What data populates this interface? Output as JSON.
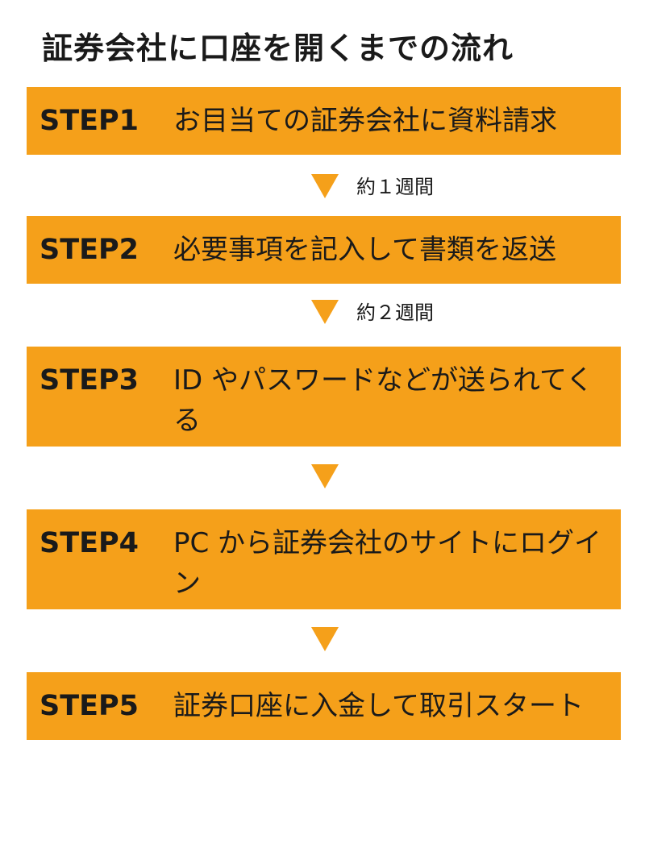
{
  "title": "証券会社に口座を開くまでの流れ",
  "steps": [
    {
      "label": "STEP1",
      "text": "お目当ての証券会社に資料請求"
    },
    {
      "label": "STEP2",
      "text": "必要事項を記入して書類を返送"
    },
    {
      "label": "STEP3",
      "text": "ID やパスワードなどが送られてくる"
    },
    {
      "label": "STEP4",
      "text": "PC から証券会社のサイトにログイン"
    },
    {
      "label": "STEP5",
      "text": "証券口座に入金して取引スタート"
    }
  ],
  "connectors": [
    {
      "duration": "約１週間"
    },
    {
      "duration": "約２週間"
    },
    {
      "duration": ""
    },
    {
      "duration": ""
    }
  ],
  "colors": {
    "step_background": "#f5a01a",
    "arrow": "#f5a01a",
    "text": "#1a1a1a"
  }
}
